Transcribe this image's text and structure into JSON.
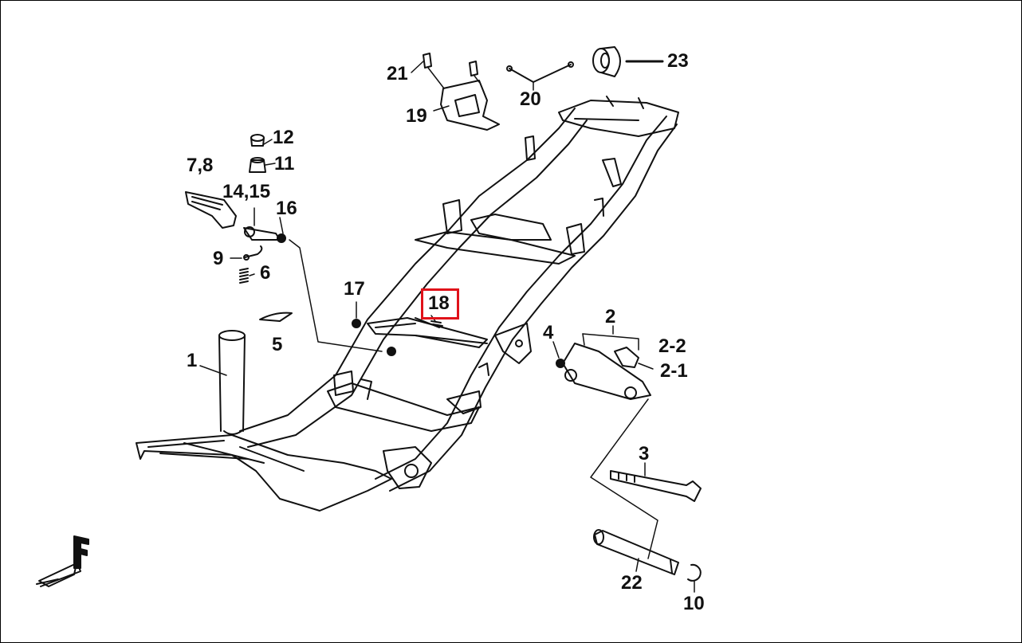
{
  "diagram": {
    "highlight_color": "#e0121a",
    "ink_color": "#111111",
    "highlighted_part": "18",
    "callouts": {
      "p1": "1",
      "p2": "2",
      "p2_1": "2-1",
      "p2_2": "2-2",
      "p3": "3",
      "p4": "4",
      "p5": "5",
      "p6": "6",
      "p7_8": "7,8",
      "p9": "9",
      "p10": "10",
      "p11": "11",
      "p12": "12",
      "p14_15": "14,15",
      "p16": "16",
      "p17": "17",
      "p18": "18",
      "p19": "19",
      "p20": "20",
      "p21": "21",
      "p22": "22",
      "p23": "23"
    },
    "front_marker": "F"
  }
}
